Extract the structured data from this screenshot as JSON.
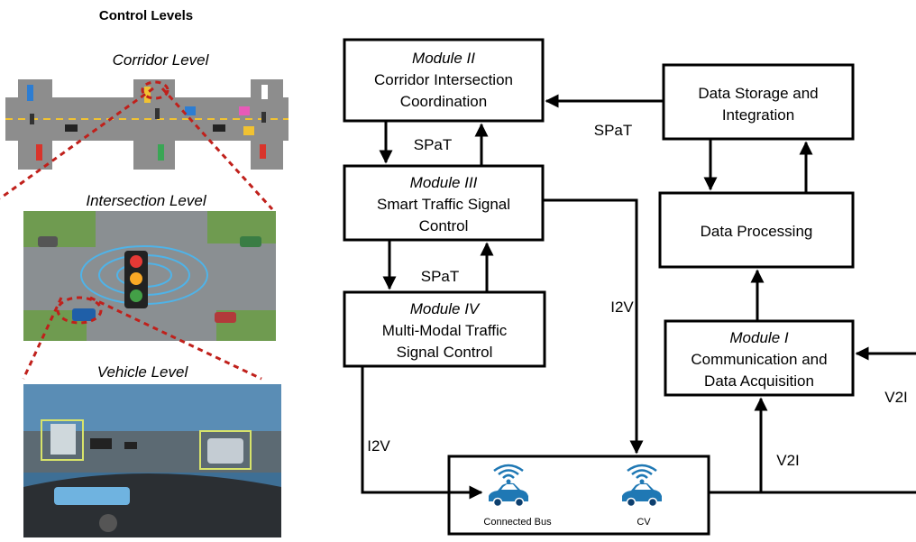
{
  "left_panel": {
    "title": "Control Levels",
    "corridor_label": "Corridor Level",
    "intersection_label": "Intersection Level",
    "vehicle_label": "Vehicle Level"
  },
  "modules": {
    "module2": {
      "name": "Module II",
      "line1": "Corridor Intersection",
      "line2": "Coordination"
    },
    "module3": {
      "name": "Module III",
      "line1": "Smart Traffic Signal",
      "line2": "Control"
    },
    "module4": {
      "name": "Module IV",
      "line1": "Multi-Modal Traffic",
      "line2": "Signal Control"
    },
    "module1": {
      "name": "Module I",
      "line1": "Communication and",
      "line2": "Data Acquisition"
    },
    "storage": {
      "line1": "Data Storage and",
      "line2": "Integration"
    },
    "processing": {
      "line1": "Data Processing"
    }
  },
  "vehicles": {
    "bus_label": "Connected Bus",
    "cv_label": "CV"
  },
  "connections": {
    "spat_top": "SPaT",
    "spat_m2m3": "SPaT",
    "spat_m3m4": "SPaT",
    "i2v_right": "I2V",
    "i2v_left": "I2V",
    "v2i_up": "V2I",
    "v2i_right": "V2I"
  },
  "colors": {
    "dashed_zoom": "#c0201b",
    "vehicle_icon": "#1f78b4"
  }
}
